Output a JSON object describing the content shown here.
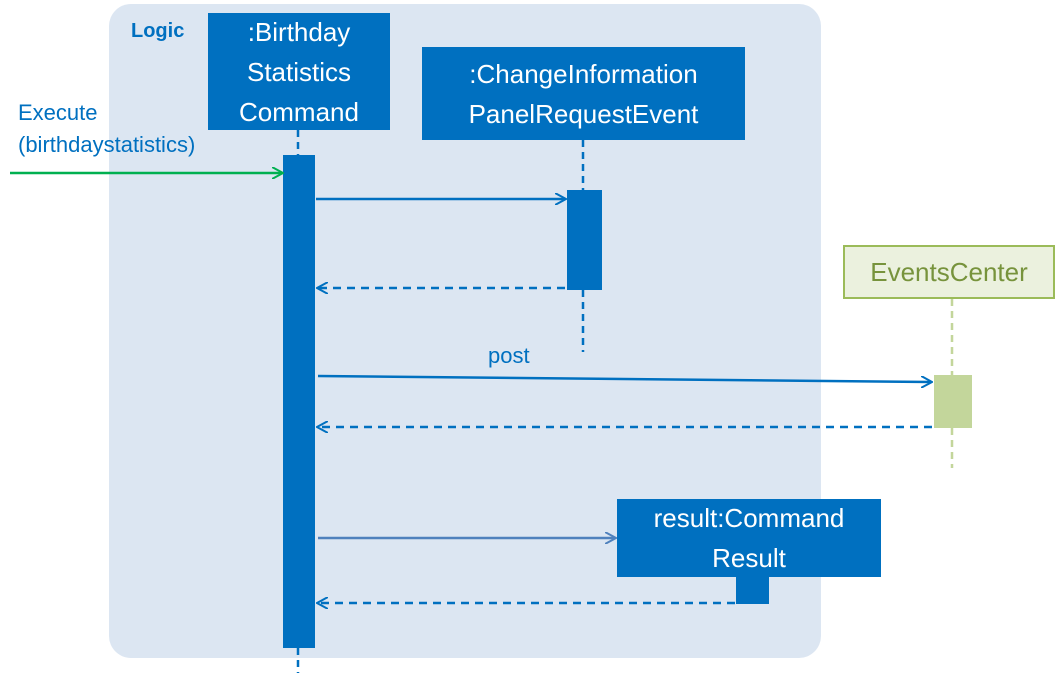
{
  "frame": {
    "label": "Logic",
    "fill": "#dce6f2"
  },
  "participants": {
    "birthday_statistics_command": {
      "label": ":Birthday\nStatistics\nCommand"
    },
    "change_info_panel_request_event": {
      "label": ":ChangeInformation\nPanelRequestEvent"
    },
    "events_center": {
      "label": "EventsCenter"
    },
    "command_result": {
      "label": "result:Command\nResult"
    }
  },
  "messages": {
    "execute": "Execute\n(birthdaystatistics)",
    "post": "post"
  },
  "colors": {
    "primary": "#0070c0",
    "events_fill": "#ebf1de",
    "events_border": "#9bbb59",
    "events_text": "#77933c",
    "events_activation": "#c3d69b",
    "incoming_arrow": "#00b050",
    "result_arrow": "#4f81bd"
  }
}
